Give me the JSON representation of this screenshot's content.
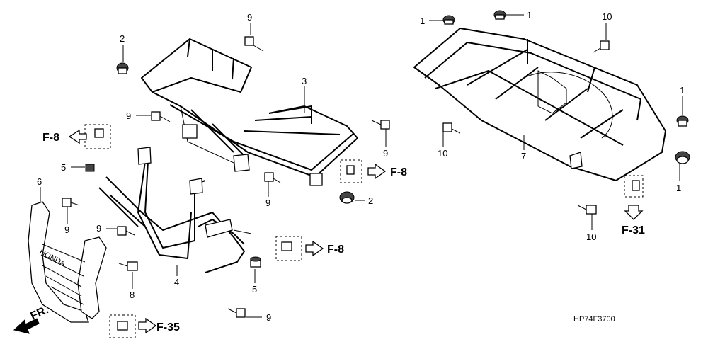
{
  "callouts": {
    "n1a": "1",
    "n1b": "1",
    "n1c": "1",
    "n1d": "1",
    "n2a": "2",
    "n2b": "2",
    "n3": "3",
    "n4": "4",
    "n5a": "5",
    "n5b": "5",
    "n6": "6",
    "n7": "7",
    "n8": "8",
    "n9a": "9",
    "n9b": "9",
    "n9c": "9",
    "n9d": "9",
    "n9e": "9",
    "n9f": "9",
    "n10a": "10",
    "n10b": "10",
    "n10c": "10"
  },
  "refs": {
    "f8_left": "F-8",
    "f8_right": "F-8",
    "f8_mid": "F-8",
    "f31": "F-31",
    "f35": "F-35"
  },
  "front_label": "FR.",
  "diagram_code": "HP74F3700"
}
